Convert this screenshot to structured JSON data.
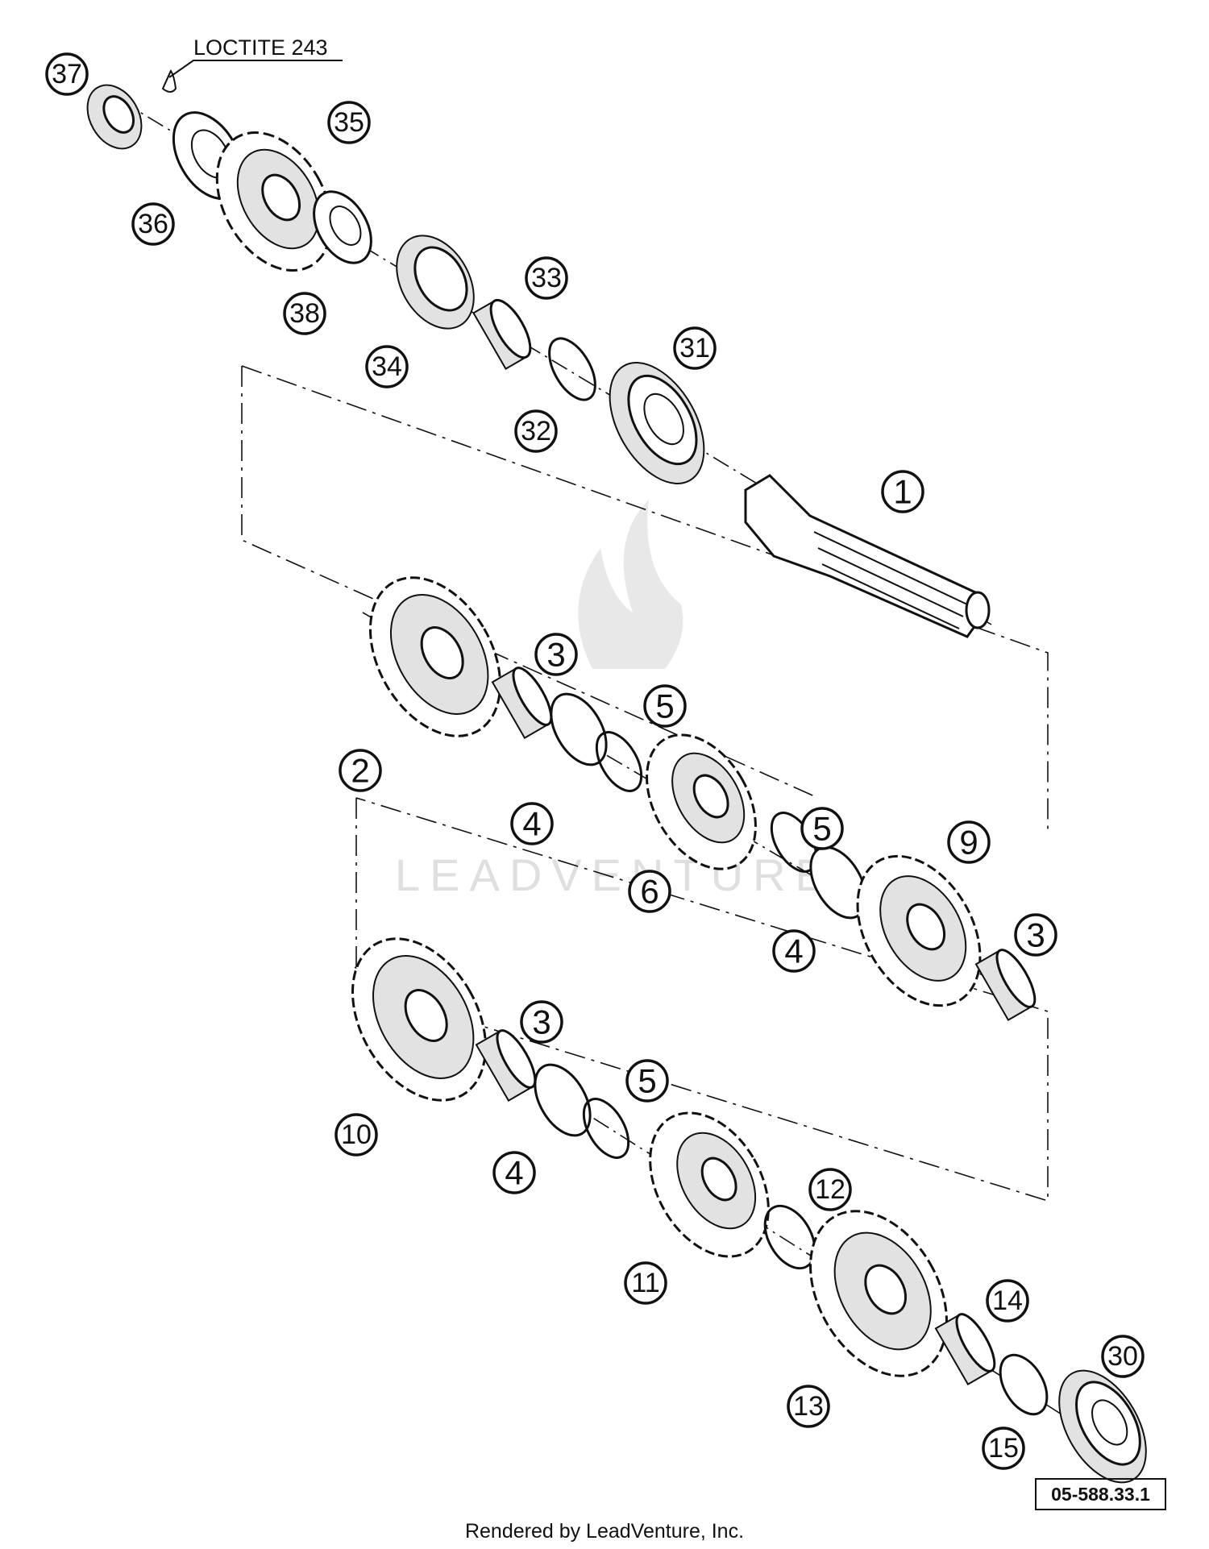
{
  "diagram": {
    "note": "LOCTITE 243",
    "reference": "05-588.33.1",
    "credit": "Rendered by LeadVenture, Inc.",
    "watermark": "LEADVENTURE"
  },
  "callouts": [
    "37",
    "35",
    "36",
    "38",
    "34",
    "33",
    "31",
    "32",
    "1",
    "3",
    "5",
    "2",
    "4",
    "6",
    "5",
    "9",
    "4",
    "3",
    "3",
    "5",
    "10",
    "4",
    "11",
    "12",
    "13",
    "14",
    "30",
    "15"
  ]
}
